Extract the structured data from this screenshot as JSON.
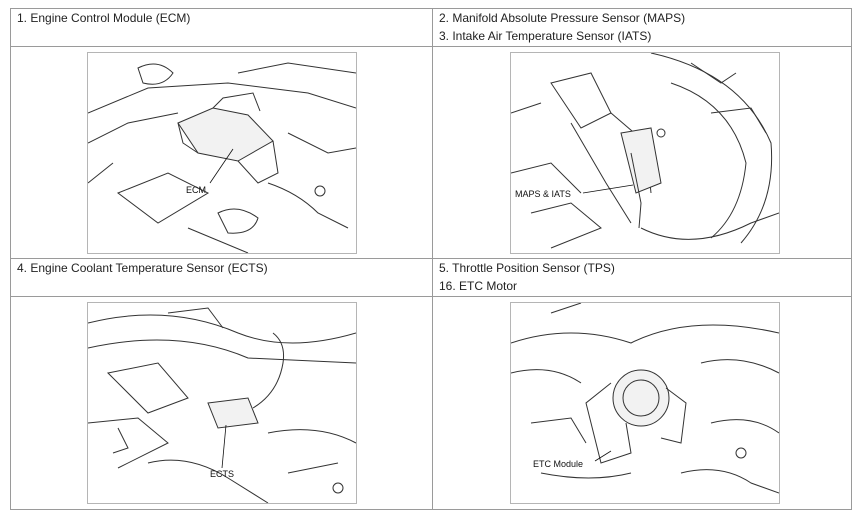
{
  "cells": [
    {
      "titles": [
        "1. Engine Control Module (ECM)"
      ],
      "callout": "ECM"
    },
    {
      "titles": [
        "2. Manifold Absolute Pressure Sensor (MAPS)",
        "3. Intake Air Temperature Sensor (IATS)"
      ],
      "callout": "MAPS & IATS"
    },
    {
      "titles": [
        "4. Engine Coolant Temperature Sensor (ECTS)"
      ],
      "callout": "ECTS"
    },
    {
      "titles": [
        "5. Throttle Position Sensor (TPS)",
        "16. ETC Motor"
      ],
      "callout": "ETC Module"
    }
  ]
}
